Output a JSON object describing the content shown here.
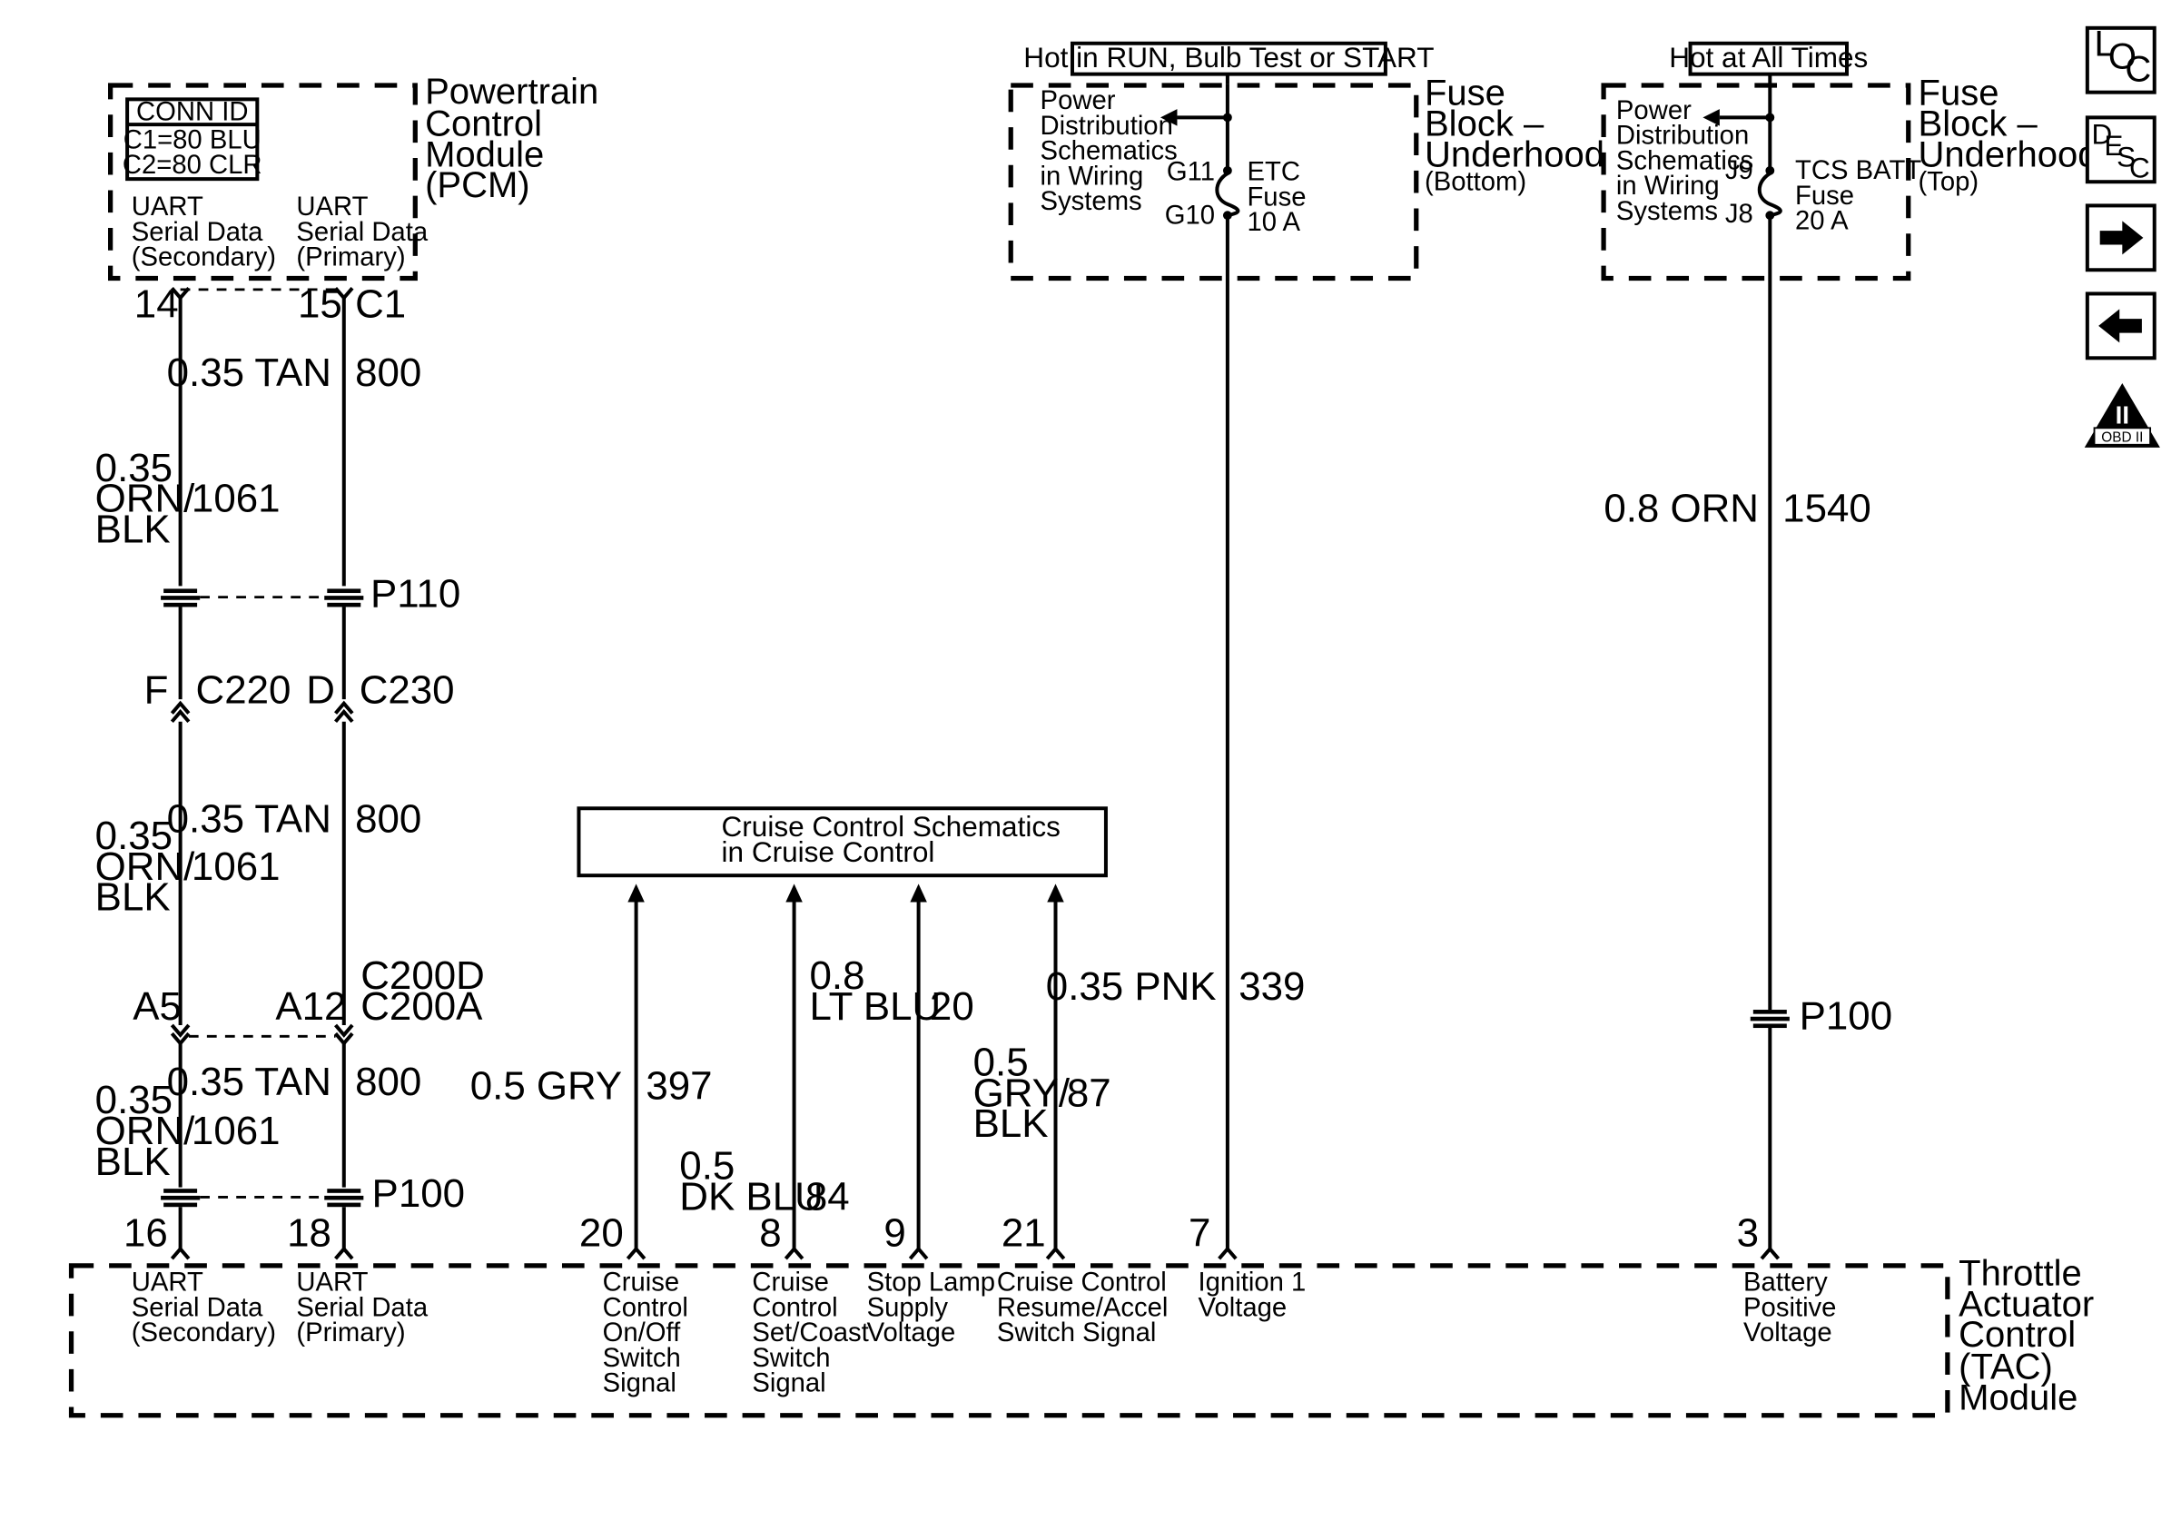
{
  "pcm": {
    "title": [
      "Powertrain",
      "Control",
      "Module",
      "(PCM)"
    ],
    "conn_id": {
      "header": "CONN ID",
      "rows": [
        "C1=80 BLU",
        "C2=80 CLR"
      ]
    },
    "pins": [
      {
        "lines": [
          "UART",
          "Serial Data",
          "(Secondary)"
        ],
        "number": "14"
      },
      {
        "lines": [
          "UART",
          "Serial Data",
          "(Primary)"
        ],
        "number": "15",
        "connector": "C1"
      }
    ]
  },
  "fuse_block_bottom": {
    "hot_label": "Hot in RUN, Bulb Test or START",
    "title": [
      "Fuse",
      "Block –",
      "Underhood"
    ],
    "subtitle": "(Bottom)",
    "ref_text": [
      "Power",
      "Distribution",
      "Schematics",
      "in Wiring",
      "Systems"
    ],
    "terminal_top": "G11",
    "terminal_bottom": "G10",
    "fuse": [
      "ETC",
      "Fuse",
      "10 A"
    ]
  },
  "fuse_block_top": {
    "hot_label": "Hot at All Times",
    "title": [
      "Fuse",
      "Block –",
      "Underhood"
    ],
    "subtitle": "(Top)",
    "ref_text": [
      "Power",
      "Distribution",
      "Schematics",
      "in Wiring",
      "Systems"
    ],
    "terminal_top": "J9",
    "terminal_bottom": "J8",
    "fuse": [
      "TCS BATT",
      "Fuse",
      "20 A"
    ]
  },
  "cruise_box": {
    "lines": [
      "Cruise Control Schematics",
      "in Cruise Control"
    ]
  },
  "wires": {
    "w800_a": {
      "gauge": "0.35 TAN",
      "circuit": "800"
    },
    "w1061_a": {
      "gauge": [
        "0.35",
        "ORN/",
        "BLK"
      ],
      "circuit": "1061"
    },
    "w800_b": {
      "gauge": "0.35 TAN",
      "circuit": "800"
    },
    "w1061_b": {
      "gauge": [
        "0.35",
        "ORN/",
        "BLK"
      ],
      "circuit": "1061"
    },
    "w800_c": {
      "gauge": "0.35 TAN",
      "circuit": "800"
    },
    "w1061_c": {
      "gauge": [
        "0.35",
        "ORN/",
        "BLK"
      ],
      "circuit": "1061"
    },
    "w1540": {
      "gauge": "0.8 ORN",
      "circuit": "1540"
    },
    "w397": {
      "gauge": "0.5 GRY",
      "circuit": "397"
    },
    "w84": {
      "gauge": [
        "0.5",
        "DK BLU"
      ],
      "circuit": "84"
    },
    "w20": {
      "gauge": [
        "0.8",
        "LT BLU"
      ],
      "circuit": "20"
    },
    "w87": {
      "gauge": [
        "0.5",
        "GRY/",
        "BLK"
      ],
      "circuit": "87"
    },
    "w339": {
      "gauge": "0.35 PNK",
      "circuit": "339"
    }
  },
  "splices": {
    "p110": "P110",
    "p100_left": "P100",
    "p100_right": "P100"
  },
  "connectors": {
    "c220": {
      "pin": "F",
      "name": "C220"
    },
    "c230": {
      "pin": "D",
      "name": "C230"
    },
    "c200_left_pin": "A5",
    "c200_right_pin": "A12",
    "c200_names": [
      "C200D",
      "C200A"
    ]
  },
  "tac": {
    "title": [
      "Throttle",
      "Actuator",
      "Control",
      "(TAC)",
      "Module"
    ],
    "pins": [
      {
        "number": "16",
        "lines": [
          "UART",
          "Serial Data",
          "(Secondary)"
        ]
      },
      {
        "number": "18",
        "lines": [
          "UART",
          "Serial Data",
          "(Primary)"
        ]
      },
      {
        "number": "20",
        "lines": [
          "Cruise",
          "Control",
          "On/Off",
          "Switch",
          "Signal"
        ]
      },
      {
        "number": "8",
        "lines": [
          "Cruise",
          "Control",
          "Set/Coast",
          "Switch",
          "Signal"
        ]
      },
      {
        "number": "9",
        "lines": [
          "Stop Lamp",
          "Supply",
          "Voltage"
        ]
      },
      {
        "number": "21",
        "lines": [
          "Cruise Control",
          "Resume/Accel",
          "Switch Signal"
        ]
      },
      {
        "number": "7",
        "lines": [
          "Ignition 1",
          "Voltage"
        ]
      },
      {
        "number": "3",
        "lines": [
          "Battery",
          "Positive",
          "Voltage"
        ]
      }
    ]
  },
  "nav": {
    "loc": {
      "icon": "loc-icon",
      "letters": [
        "L",
        "O",
        "C"
      ]
    },
    "desc": {
      "icon": "desc-icon",
      "letters": [
        "D",
        "E",
        "S",
        "C"
      ]
    },
    "forward": {
      "icon": "arrow-right-icon"
    },
    "back": {
      "icon": "arrow-left-icon"
    },
    "obd": {
      "icon": "obd-ii-icon",
      "numeral": "II",
      "label": "OBD II"
    }
  }
}
